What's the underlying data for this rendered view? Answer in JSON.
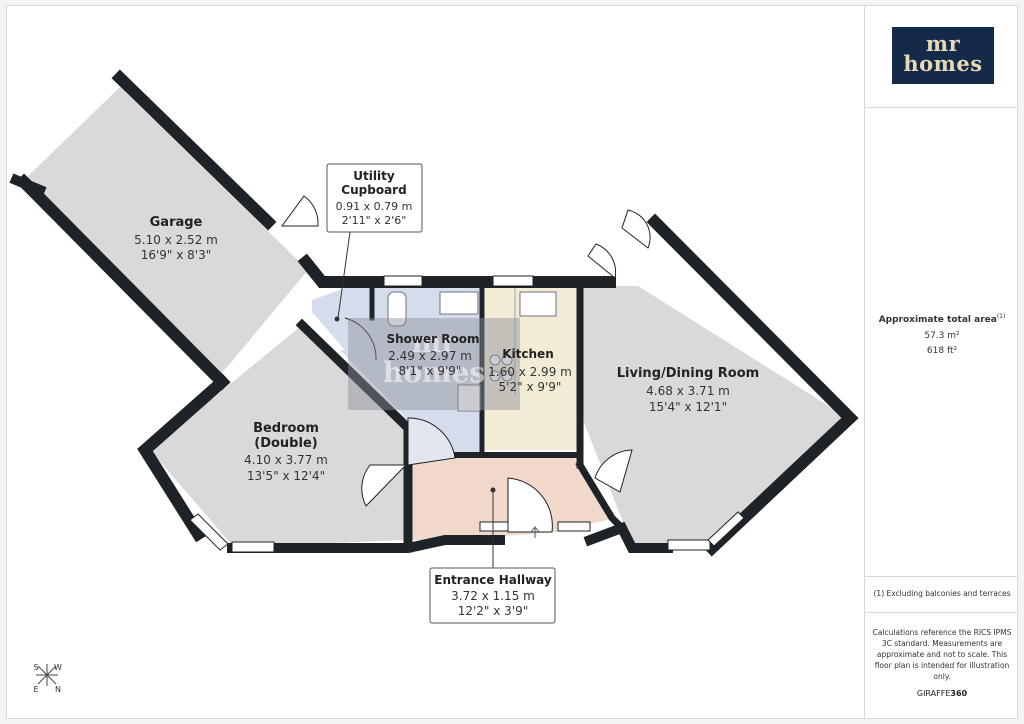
{
  "brand": {
    "line1": "mr",
    "line2": "homes",
    "bg_color": "#132a48",
    "text_color": "#e8d9b5"
  },
  "area": {
    "title": "Approximate total area",
    "note_marker": "(1)",
    "metric": "57.3 m²",
    "imperial": "618 ft²"
  },
  "footnote": "(1) Excluding balconies and terraces",
  "disclaimer": [
    "Calculations reference the RICS IPMS",
    "3C standard. Measurements are",
    "approximate and not to scale. This",
    "floor plan is intended for illustration",
    "only."
  ],
  "credit": {
    "prefix": "GIRAFFE",
    "suffix": "360"
  },
  "watermark": {
    "line1": "mr",
    "line2": "homes"
  },
  "compass": {
    "s": "S",
    "w": "W",
    "e": "E",
    "n": "N"
  },
  "rooms": {
    "garage": {
      "name": "Garage",
      "metric": "5.10 x 2.52 m",
      "imperial": "16'9\" x 8'3\""
    },
    "utility": {
      "name_line1": "Utility",
      "name_line2": "Cupboard",
      "metric": "0.91 x 0.79 m",
      "imperial": "2'11\" x 2'6\""
    },
    "shower": {
      "name": "Shower Room",
      "metric": "2.49 x 2.97 m",
      "imperial": "8'1\" x 9'9\""
    },
    "kitchen": {
      "name": "Kitchen",
      "metric": "1.60 x 2.99 m",
      "imperial": "5'2\" x 9'9\""
    },
    "living": {
      "name": "Living/Dining Room",
      "metric": "4.68 x 3.71 m",
      "imperial": "15'4\" x 12'1\""
    },
    "bedroom": {
      "name_line1": "Bedroom",
      "name_line2": "(Double)",
      "metric": "4.10 x 3.77 m",
      "imperial": "13'5\" x 12'4\""
    },
    "hallway": {
      "name": "Entrance Hallway",
      "metric": "3.72 x 1.15 m",
      "imperial": "12'2\" x 3'9\""
    }
  },
  "colors": {
    "wall": "#1e2328",
    "room_grey": "#d9d9d9",
    "shower": "#d5dceb",
    "kitchen": "#f2ecd7",
    "hallway": "#f0d8ca"
  }
}
